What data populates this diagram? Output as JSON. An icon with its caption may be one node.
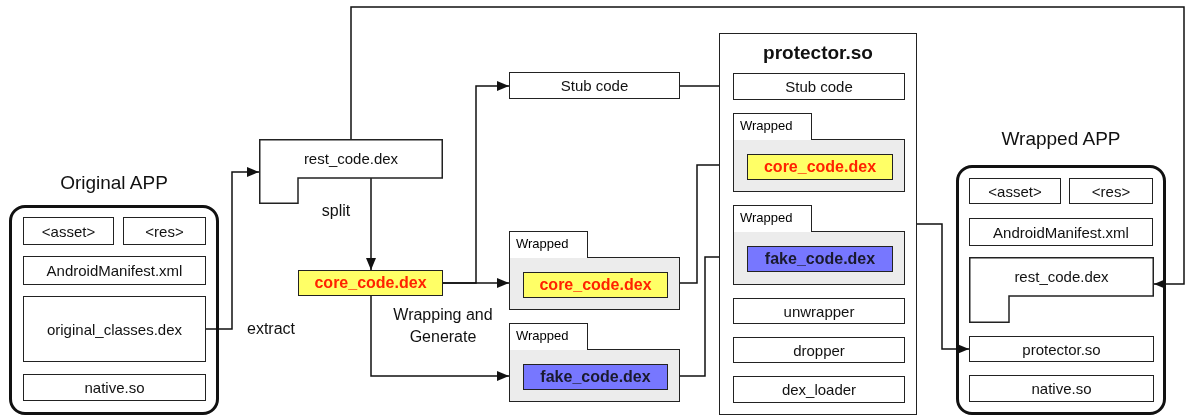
{
  "diagram": {
    "nodes": [
      {
        "text": [
          "Original APP"
        ]
      },
      {
        "text": [
          "<asset>"
        ],
        "in": 0
      },
      {
        "text": [
          "<res>"
        ],
        "in": 0
      },
      {
        "text": [
          "AndroidManifest.xml"
        ],
        "in": 0
      },
      {
        "text": [
          "original_classes.dex"
        ],
        "in": 0
      },
      {
        "text": [
          "native.so"
        ],
        "in": 0
      },
      {
        "text": [
          "rest_code.dex"
        ]
      },
      {
        "text": [
          "core_code.dex"
        ]
      },
      {
        "text": [
          "Stub code"
        ]
      },
      {
        "text": [
          "Wrapped"
        ]
      },
      {
        "text": [],
        "shape": "box"
      },
      {
        "text": [
          "core_code.dex"
        ],
        "in": 10
      },
      {
        "text": [
          "Wrapped"
        ]
      },
      {
        "text": [],
        "shape": "box"
      },
      {
        "text": [
          "fake_code.dex"
        ],
        "in": 13
      },
      {
        "text": [
          "protector.so"
        ]
      },
      {
        "text": [
          "Stub code"
        ],
        "in": 15
      },
      {
        "text": [
          "Wrapped"
        ],
        "in": 15
      },
      {
        "text": [],
        "shape": "box",
        "in": 15
      },
      {
        "text": [
          "core_code.dex"
        ],
        "in": 18
      },
      {
        "text": [
          "Wrapped"
        ],
        "in": 15
      },
      {
        "text": [],
        "shape": "box",
        "in": 15
      },
      {
        "text": [
          "fake_code.dex"
        ],
        "in": 21
      },
      {
        "text": [
          "unwrapper"
        ],
        "in": 15
      },
      {
        "text": [
          "dropper"
        ],
        "in": 15
      },
      {
        "text": [
          "dex_loader"
        ],
        "in": 15
      },
      {
        "text": [
          "Wrapped APP"
        ]
      },
      {
        "text": [
          "<asset>"
        ],
        "in": 26
      },
      {
        "text": [
          "<res>"
        ],
        "in": 26
      },
      {
        "text": [
          "AndroidManifest.xml"
        ],
        "in": 26
      },
      {
        "text": [
          "rest_code.dex"
        ],
        "in": 26
      },
      {
        "text": [
          "protector.so"
        ],
        "in": 26
      },
      {
        "text": [
          "native.so"
        ],
        "in": 26
      }
    ],
    "edges": [
      {
        "from": 4,
        "to": 6,
        "arrow": "to",
        "label": "extract"
      },
      {
        "from": 6,
        "to": 7,
        "arrow": "to",
        "label": "split"
      },
      {
        "from": 7,
        "to": 8,
        "arrow": "to"
      },
      {
        "from": 7,
        "to": 10,
        "arrow": "to"
      },
      {
        "from": 7,
        "to": 13,
        "arrow": "to",
        "label": "Wrapping and Generate"
      },
      {
        "from": 8,
        "to": 16,
        "arrow": "to"
      },
      {
        "from": 10,
        "to": 18,
        "arrow": "to"
      },
      {
        "from": 13,
        "to": 21,
        "arrow": "to"
      },
      {
        "from": 15,
        "to": 31,
        "arrow": "to"
      },
      {
        "from": 6,
        "to": 30,
        "arrow": "to"
      }
    ]
  }
}
